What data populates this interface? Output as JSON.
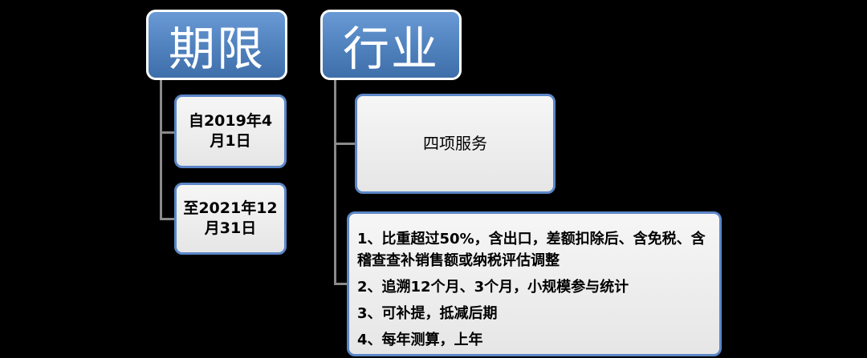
{
  "period": {
    "title": "期限",
    "items": [
      "自2019年4月1日",
      "至2021年12月31日"
    ]
  },
  "industry": {
    "title": "行业",
    "service": "四项服务",
    "conditions": [
      "1、比重超过50%，含出口，差额扣除后、含免税、含稽查查补销售额或纳税评估调整",
      "2、追溯12个月、3个月，小规模参与统计",
      "3、可补提，抵减后期",
      "4、每年测算，上年"
    ]
  },
  "colors": {
    "header_fill": "#4f81bd",
    "box_border": "#5b86c6",
    "box_fill": "#e8e8e8",
    "background": "#000000"
  }
}
